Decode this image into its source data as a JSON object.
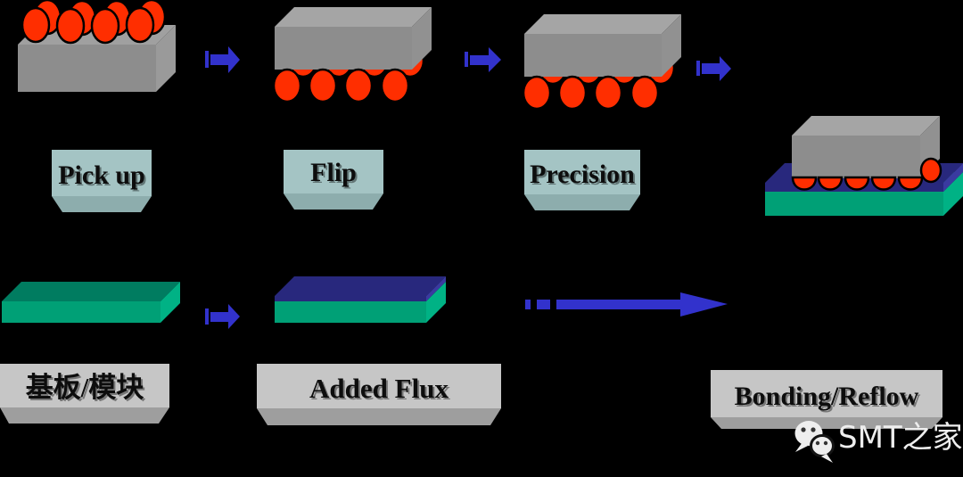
{
  "steps": {
    "pick_up": "Pick up",
    "flip": "Flip",
    "precision": "Precision",
    "substrate": "基板/模块",
    "added_flux": "Added Flux",
    "bonding_reflow": "Bonding/Reflow"
  },
  "watermark": {
    "text": "SMT之家",
    "icon": "wechat-logo"
  },
  "icons": {
    "step_arrow": "arrow-right",
    "flow_arrow": "long-dashed-arrow-right"
  },
  "colors": {
    "background": "#000000",
    "arrow_blue": "#3232cc",
    "solder_ball_red": "#ff2e00",
    "chip_front_gray": "#8d8d8d",
    "chip_top_gray": "#a5a5a5",
    "chip_side_gray": "#9a9a9a",
    "substrate_teal_front": "#00a076",
    "substrate_teal_top": "#007c60",
    "substrate_teal_side": "#00b285",
    "flux_navy": "#28287d",
    "flux_navy_side": "#3a3aa0",
    "label_teal_face": "#a4c4c4",
    "label_teal_bevel": "#8dadad",
    "label_gray_face": "#c6c6c6",
    "label_gray_bevel": "#9e9e9e",
    "watermark_white": "#eeeeee"
  }
}
